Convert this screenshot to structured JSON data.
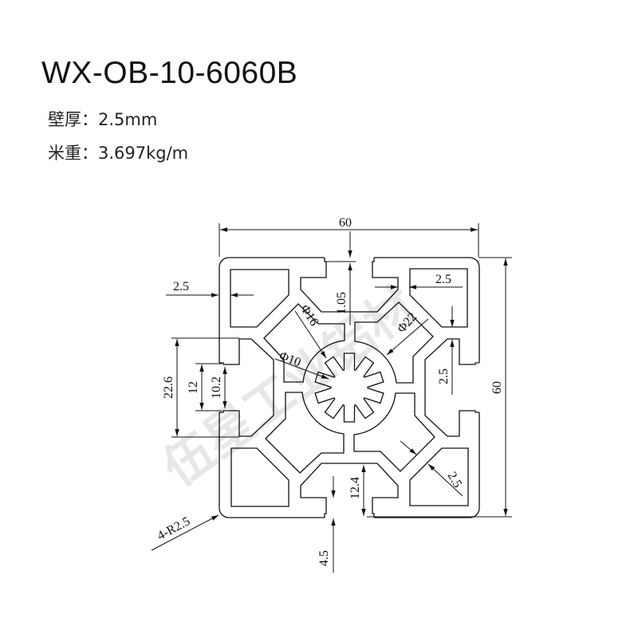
{
  "header": {
    "model": "WX-OB-10-6060B",
    "wall_label": "壁厚：",
    "wall_value": "2.5mm",
    "weight_label": "米重：",
    "weight_value": "3.697kg/m"
  },
  "drawing": {
    "watermark": "伍星工业铝材",
    "dims": {
      "width": "60",
      "height": "60",
      "wall_left": "2.5",
      "wall_top_right": "2.5",
      "slot_depth": "1.05",
      "dia16": "Φ16",
      "dia22": "Φ22",
      "dia10": "Φ10",
      "span_22_6": "22.6",
      "slot_12": "12",
      "slot_10_2": "10.2",
      "wall_right": "2.5",
      "depth_12_4": "12.4",
      "wall_diag": "2.5",
      "radius": "4-R2.5",
      "lip_4_5": "4.5"
    }
  }
}
